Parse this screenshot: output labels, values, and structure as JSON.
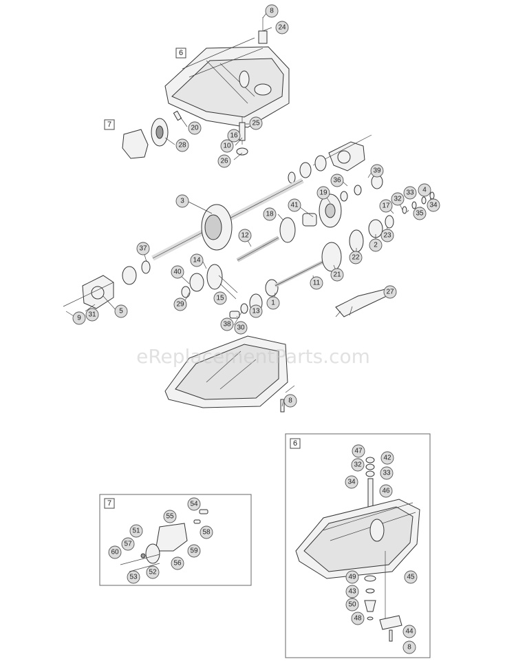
{
  "watermark": "eReplacementParts.com",
  "box_tags": {
    "main_housing": "6",
    "main_shift": "7",
    "inset_6": "6",
    "inset_7": "7"
  },
  "callouts": {
    "main": [
      "8",
      "24",
      "20",
      "28",
      "16",
      "25",
      "10",
      "26",
      "39",
      "36",
      "19",
      "41",
      "18",
      "3",
      "12",
      "37",
      "14",
      "40",
      "29",
      "15",
      "31",
      "5",
      "9",
      "30",
      "38",
      "13",
      "1",
      "11",
      "21",
      "22",
      "2",
      "23",
      "17",
      "32",
      "33",
      "35",
      "34",
      "4",
      "27",
      "8"
    ],
    "inset_6": [
      "47",
      "42",
      "32",
      "33",
      "34",
      "46",
      "45",
      "49",
      "43",
      "50",
      "48",
      "44",
      "8"
    ],
    "inset_7": [
      "54",
      "55",
      "58",
      "51",
      "57",
      "60",
      "59",
      "56",
      "52",
      "53"
    ]
  }
}
